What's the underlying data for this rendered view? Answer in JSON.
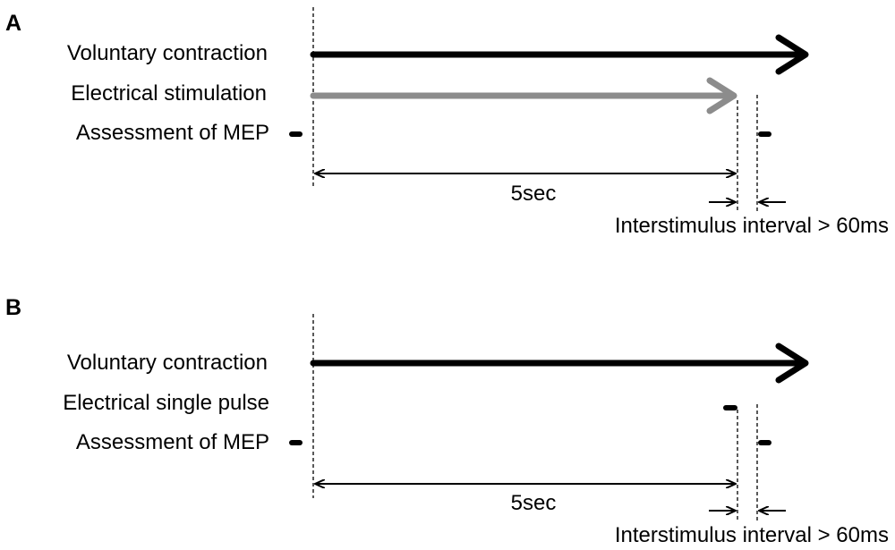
{
  "colors": {
    "ink": "#000000",
    "stimulation_arrow": "#8c8c8c",
    "background": "#ffffff"
  },
  "panels": [
    {
      "letter": "A",
      "rows": {
        "voluntary": "Voluntary contraction",
        "stimulus": "Electrical stimulation",
        "mep": "Assessment of MEP"
      },
      "duration_label": "5sec",
      "interval_label": "Interstimulus interval > 60ms"
    },
    {
      "letter": "B",
      "rows": {
        "voluntary": "Voluntary contraction",
        "stimulus": "Electrical single pulse",
        "mep": "Assessment of MEP"
      },
      "duration_label": "5sec",
      "interval_label": "Interstimulus interval > 60ms"
    }
  ]
}
